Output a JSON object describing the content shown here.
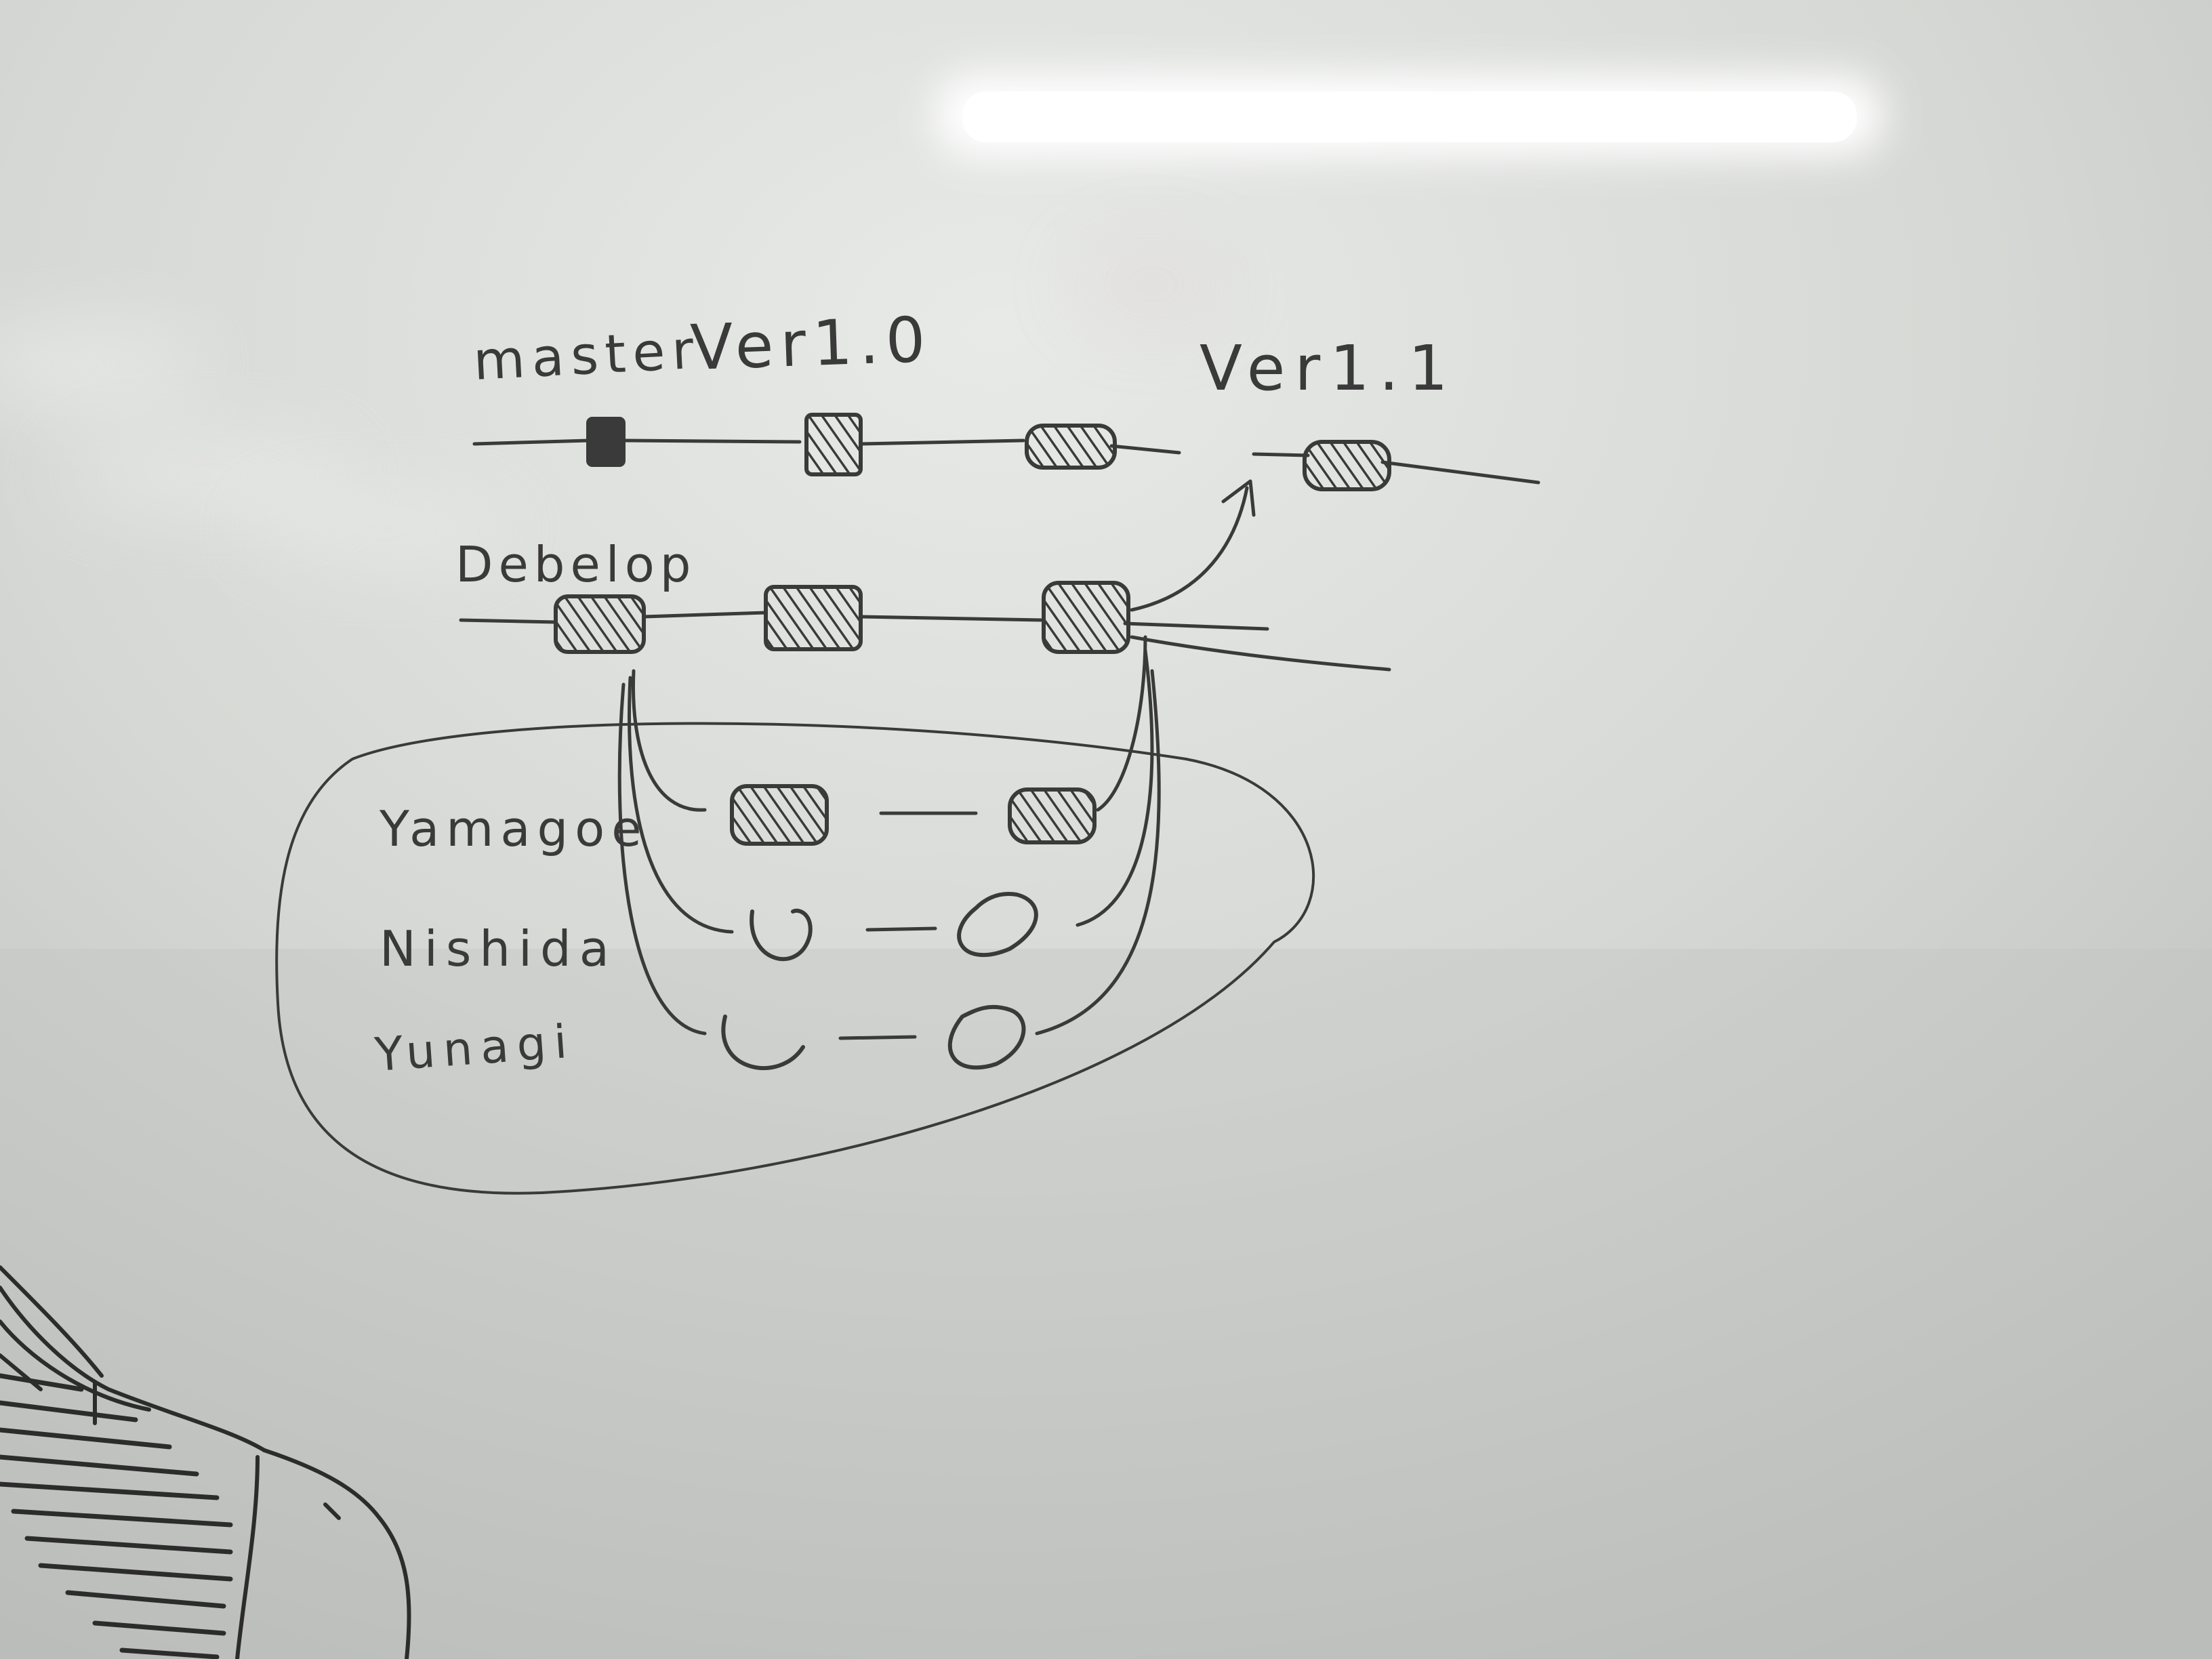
{
  "whiteboard": {
    "labels": {
      "master": "master",
      "ver1_0": "Ver1.0",
      "ver1_1": "Ver1.1",
      "develop": "Debelop",
      "yamagoe": "Yamagoe",
      "nishida": "Nishida",
      "yunagi": "Yunagi"
    }
  },
  "colors": {
    "board": "#d9dbd8",
    "marker": "#3a3a3a",
    "glare": "#ffffff"
  }
}
